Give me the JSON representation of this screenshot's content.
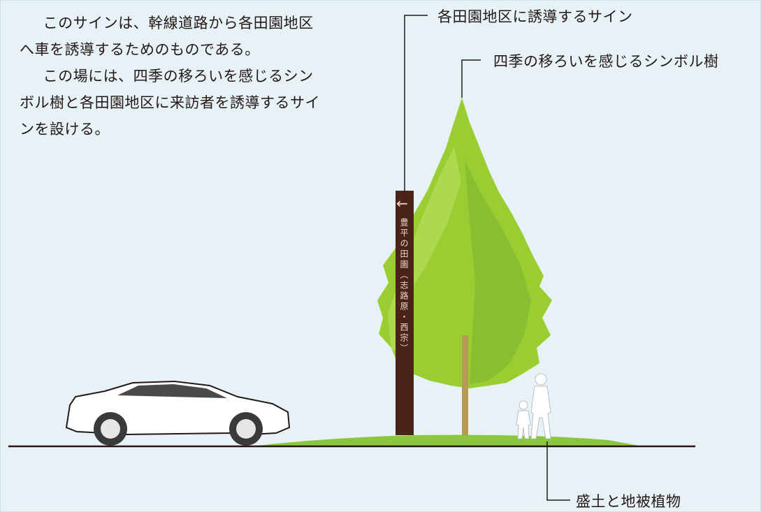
{
  "description": {
    "paragraph1": "このサインは、幹線道路から各田園地区へ車を誘導するためのものである。",
    "paragraph2": "この場には、四季の移ろいを感じるシンボル樹と各田園地区に来訪者を誘導するサインを設ける。"
  },
  "labels": {
    "sign": "各田園地区に誘導するサイン",
    "tree": "四季の移ろいを感じるシンボル樹",
    "ground": "盛土と地被植物"
  },
  "signpost": {
    "arrow": "←",
    "text": "豊平の田園（志路原・西宗）"
  },
  "colors": {
    "background": "#e7f2f7",
    "post": "#4a2417",
    "grass": "#8cc63f",
    "foliage": "#9acd32",
    "leader": "#231815"
  }
}
